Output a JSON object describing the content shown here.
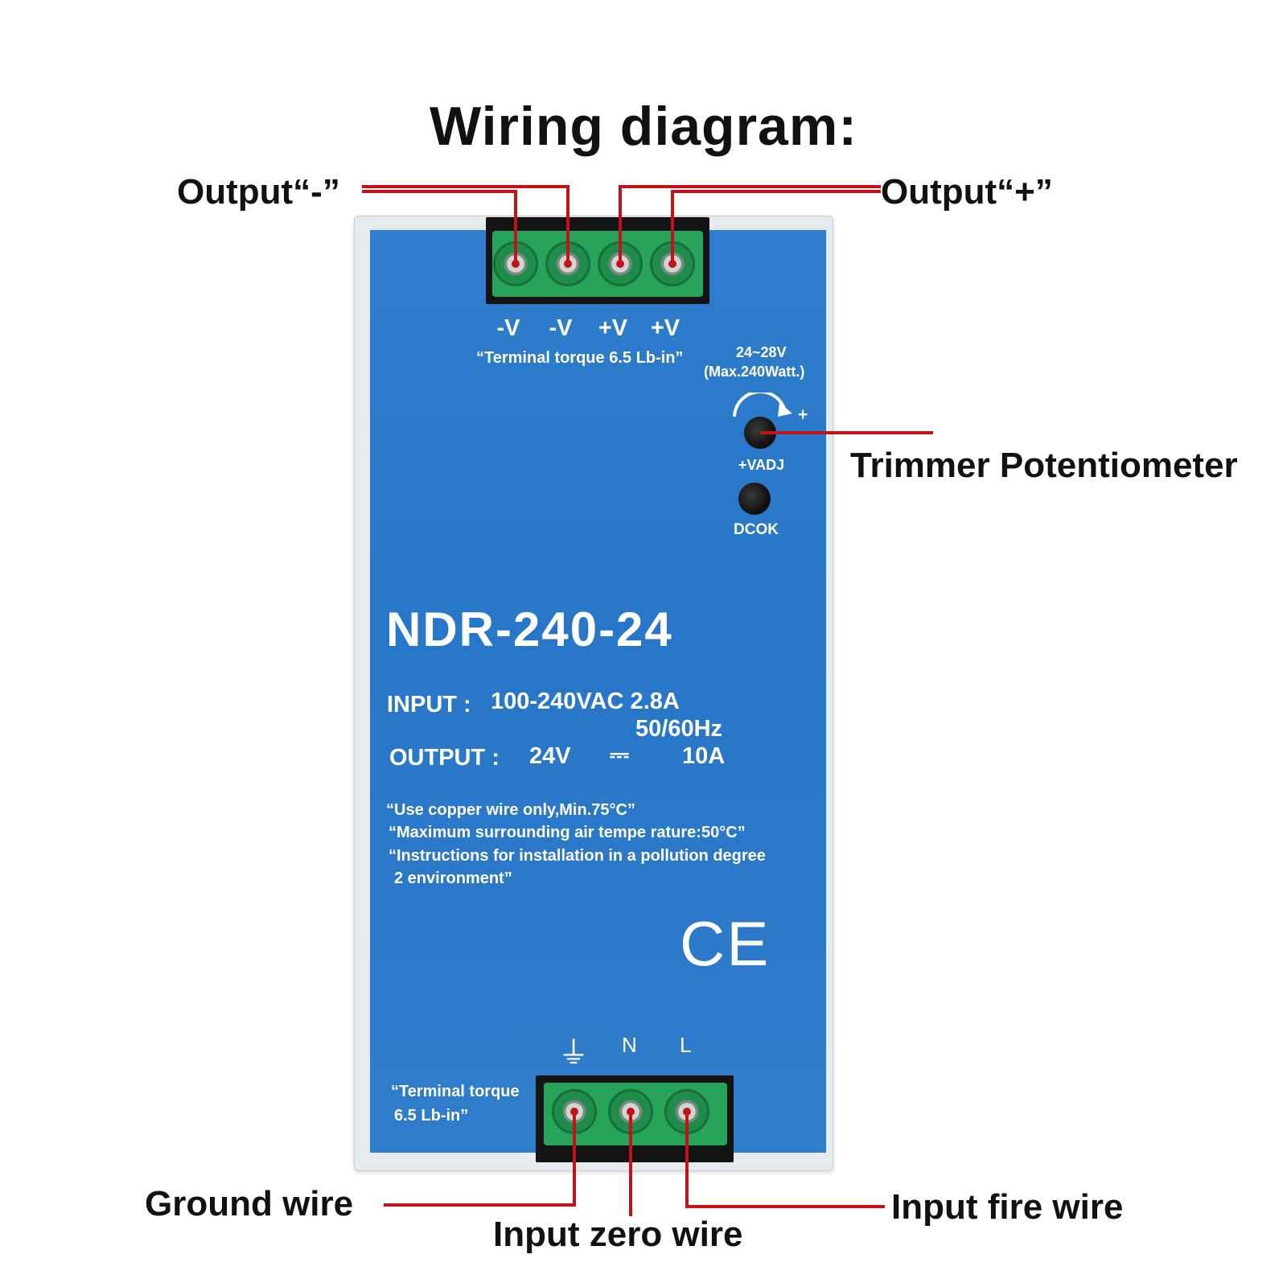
{
  "title": "Wiring diagram:",
  "callouts": {
    "output_minus": "Output“-”",
    "output_plus": "Output“+”",
    "trimmer": "Trimmer Potentiometer",
    "ground": "Ground wire",
    "zero": "Input zero wire",
    "fire": "Input fire wire"
  },
  "device": {
    "top_terminals": [
      "-V",
      "-V",
      "+V",
      "+V"
    ],
    "top_torque": "“Terminal torque 6.5 Lb-in”",
    "voltage_range": "24~28V",
    "max_watt": "(Max.240Watt.)",
    "plus_sign": "+",
    "vadj_label": "+VADJ",
    "dcok_label": "DCOK",
    "model": "NDR-240-24",
    "input_label": "INPUT :",
    "input_value": "100-240VAC  2.8A",
    "input_freq": "50/60Hz",
    "output_label": "OUTPUT :",
    "output_voltage": "24V",
    "dc_symbol": "⎓",
    "output_current": "10A",
    "notes": [
      "“Use copper wire only,Min.75°C”",
      "“Maximum surrounding air tempe rature:50°C”",
      "“Instructions for installation in a pollution degree",
      "2 environment”"
    ],
    "ce_mark": "CE",
    "bottom_labels": [
      "⏚",
      "N",
      "L"
    ],
    "bottom_torque_1": "“Terminal torque",
    "bottom_torque_2": "6.5 Lb-in”"
  },
  "colors": {
    "panel_blue": "#2b78c9",
    "terminal_green": "#27a35a",
    "wire_red": "#c4121a"
  }
}
